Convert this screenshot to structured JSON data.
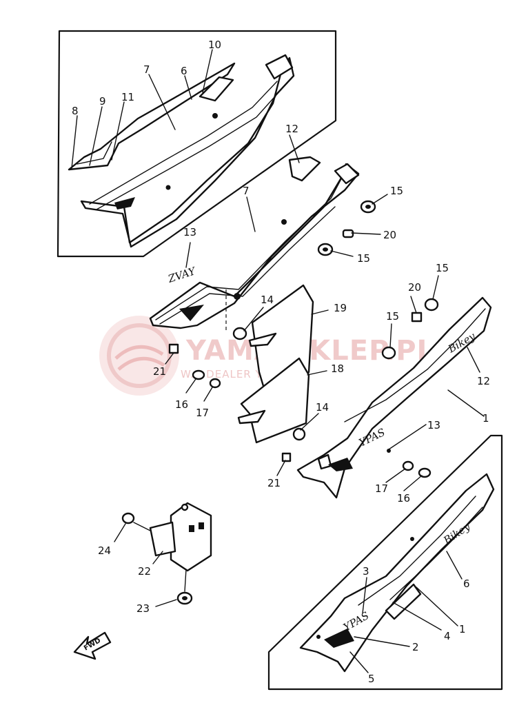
{
  "watermark": {
    "main_text": "YAMA-SKLEP.PL",
    "sub_text": "W... DEALER YAMAHA"
  },
  "decals": {
    "upper_panel_text": "ZVAY",
    "right_cover_text": "Bikey",
    "lower_inset_text": "Bikey",
    "tag_13_text": "YPAS",
    "lower_inset_tag_text": "YPAS"
  },
  "fwd_arrow_text": "FWD",
  "callouts": [
    "10",
    "7",
    "6",
    "8",
    "9",
    "11",
    "12",
    "7",
    "15",
    "20",
    "15",
    "13",
    "14",
    "19",
    "20",
    "15",
    "15",
    "12",
    "21",
    "16",
    "17",
    "18",
    "14",
    "13",
    "1",
    "21",
    "17",
    "16",
    "24",
    "22",
    "23",
    "3",
    "6",
    "4",
    "1",
    "2",
    "5"
  ]
}
